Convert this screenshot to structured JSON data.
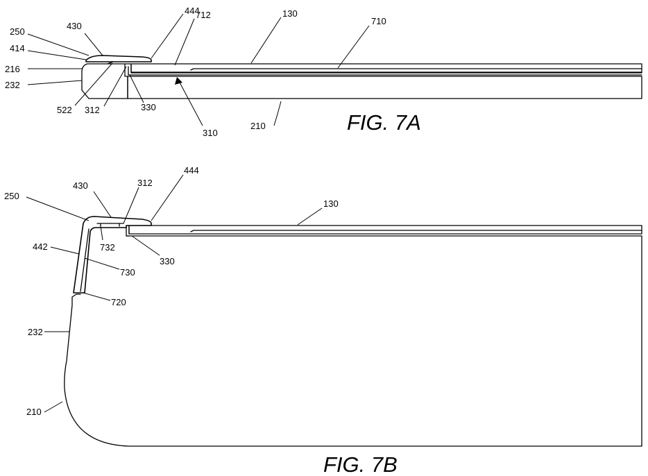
{
  "figures": [
    {
      "id": "fig7a",
      "caption": "FIG. 7A",
      "labels": [
        "430",
        "444",
        "712",
        "130",
        "710",
        "250",
        "414",
        "216",
        "232",
        "522",
        "312",
        "330",
        "310",
        "210"
      ]
    },
    {
      "id": "fig7b",
      "caption": "FIG. 7B",
      "labels": [
        "430",
        "312",
        "444",
        "250",
        "130",
        "732",
        "442",
        "330",
        "730",
        "720",
        "232",
        "210"
      ]
    }
  ]
}
